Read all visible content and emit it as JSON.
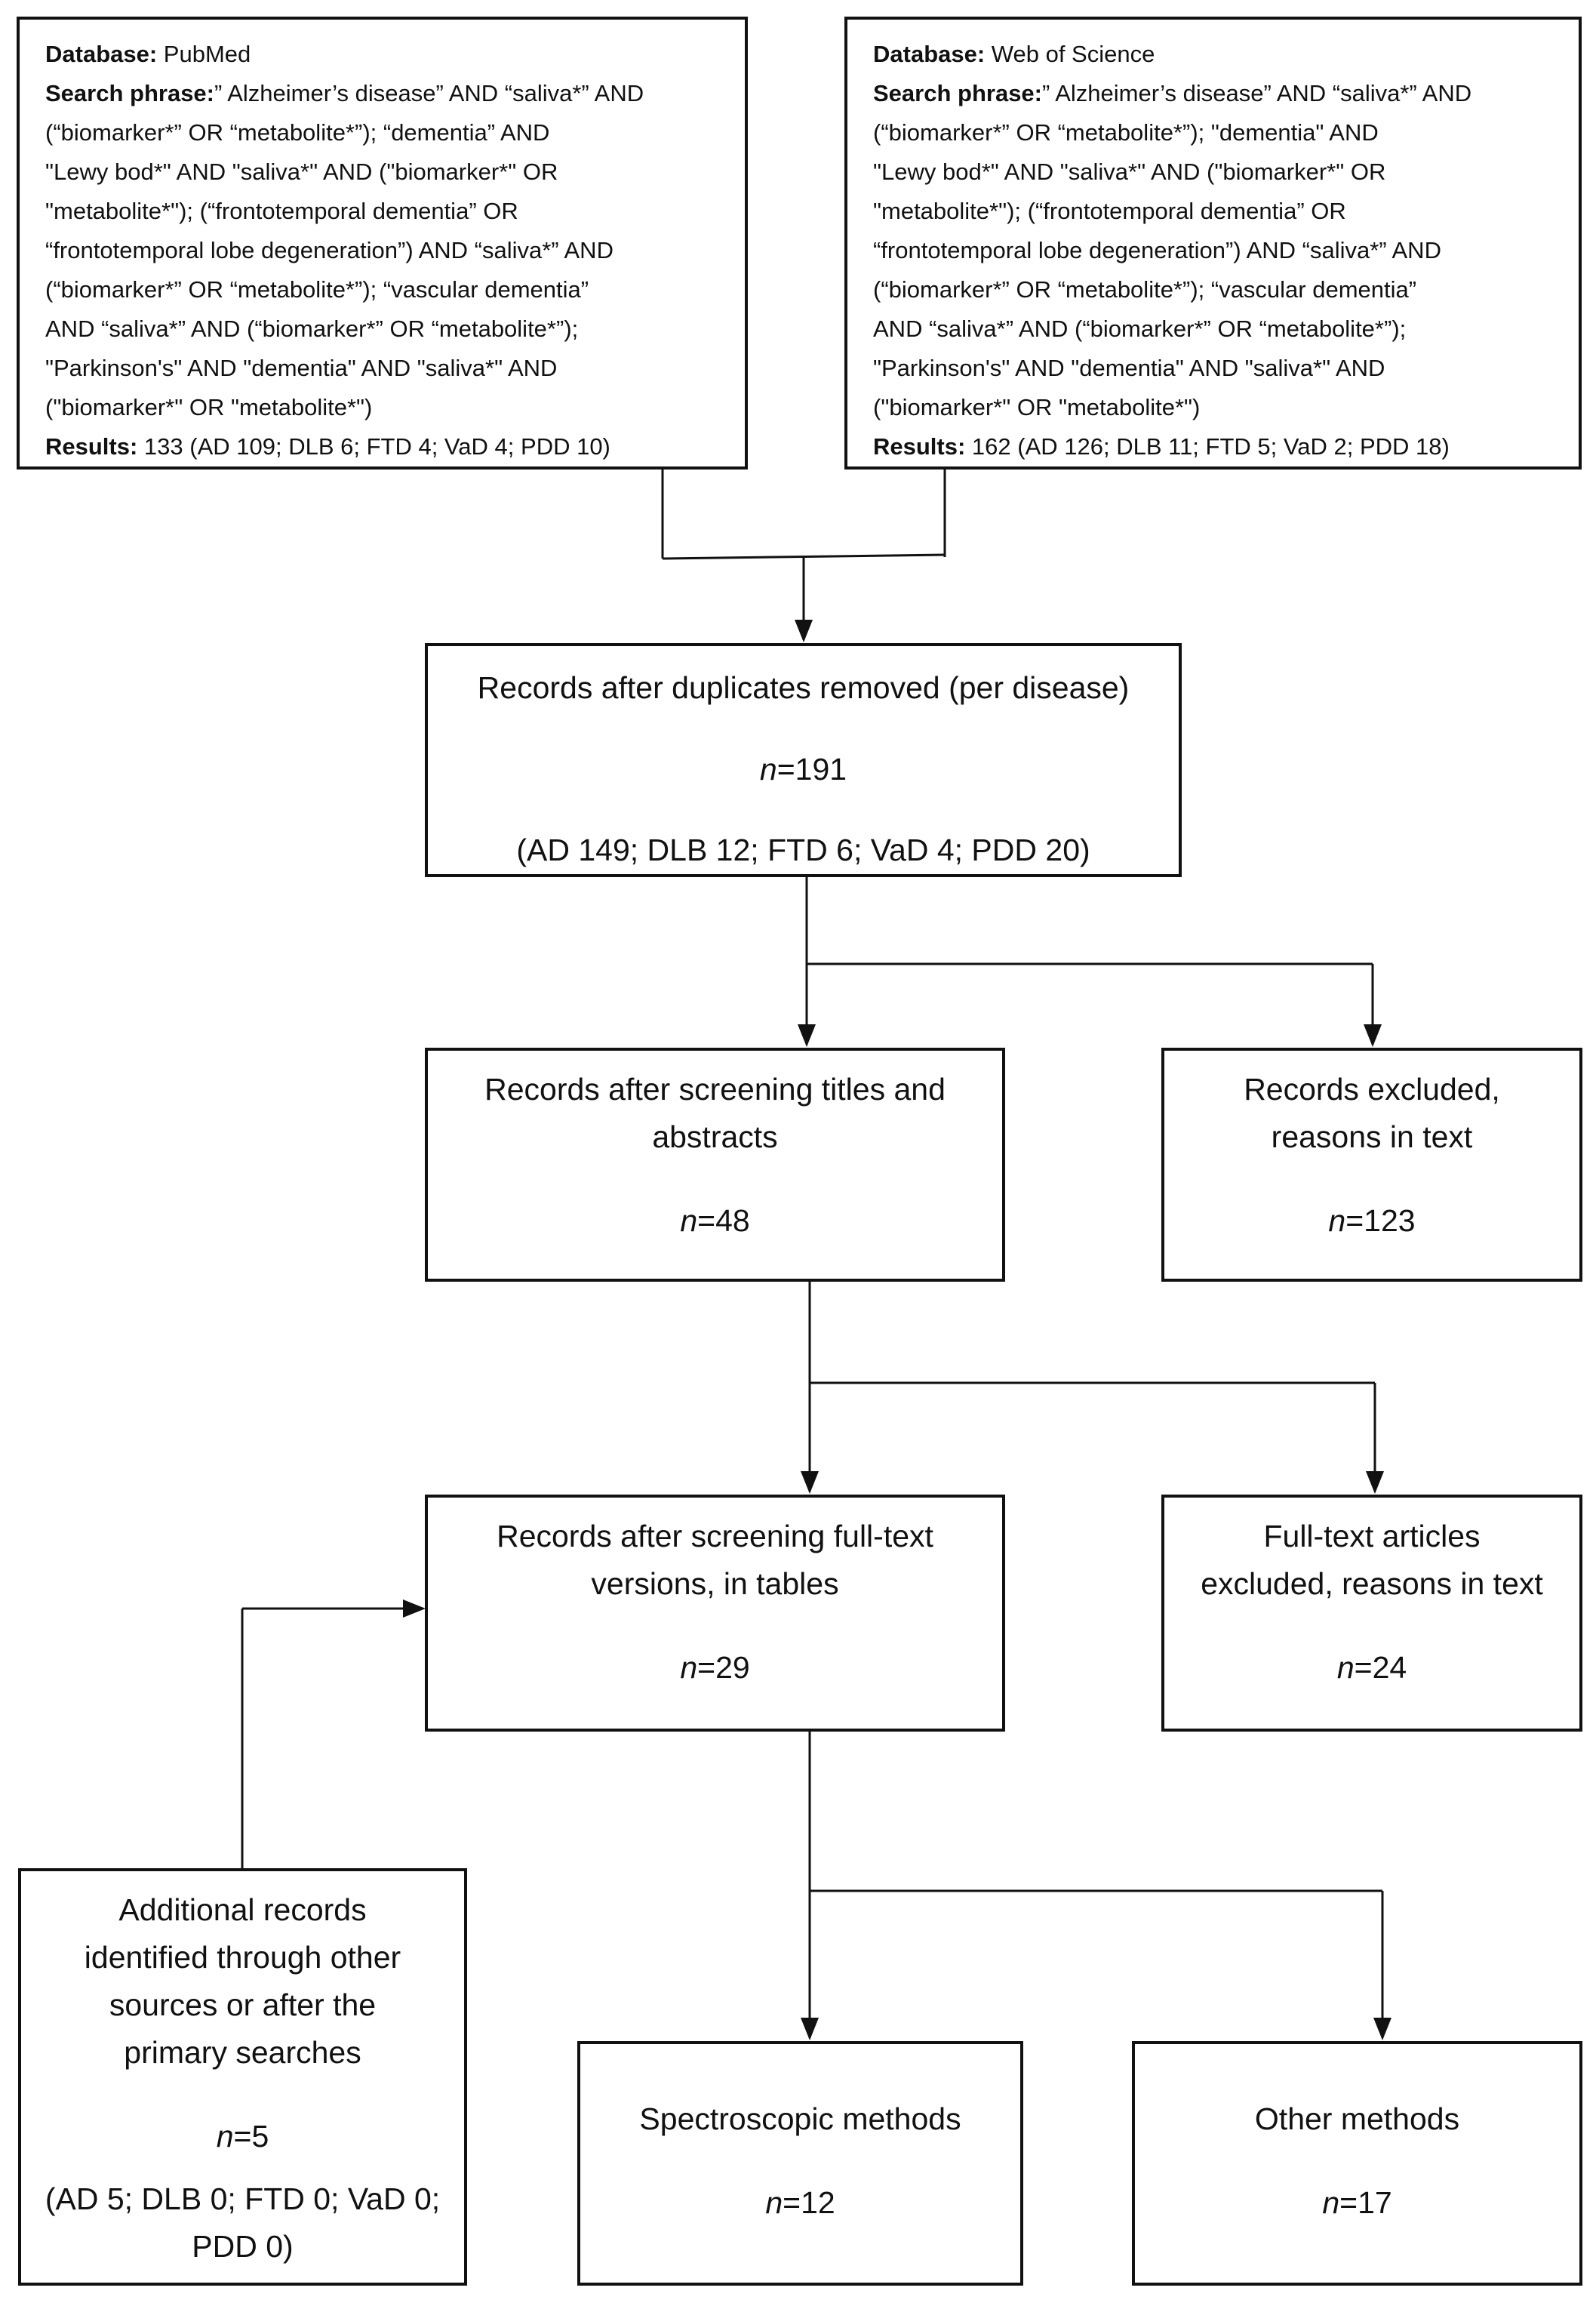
{
  "pubmed": {
    "database_label": "Database:",
    "database_value": " PubMed",
    "search_label": "Search phrase:",
    "search_lines": [
      "” Alzheimer’s disease” AND “saliva*” AND",
      "(“biomarker*” OR “metabolite*”); “dementia” AND",
      "\"Lewy bod*\" AND \"saliva*\" AND (\"biomarker*\" OR",
      "\"metabolite*\"); (“frontotemporal dementia” OR",
      "“frontotemporal lobe degeneration”) AND “saliva*” AND",
      "(“biomarker*” OR “metabolite*”); “vascular dementia”",
      "AND “saliva*” AND (“biomarker*” OR “metabolite*”);",
      "\"Parkinson's\" AND \"dementia\" AND \"saliva*\" AND",
      "(\"biomarker*\" OR \"metabolite*\")"
    ],
    "results_label": "Results:",
    "results_value": " 133 (AD 109; DLB 6; FTD 4; VaD 4; PDD 10)"
  },
  "wos": {
    "database_label": "Database:",
    "database_value": " Web of Science",
    "search_label": "Search phrase:",
    "search_lines": [
      "” Alzheimer’s disease” AND “saliva*” AND",
      "(“biomarker*” OR “metabolite*”); \"dementia\" AND",
      "\"Lewy bod*\" AND \"saliva*\" AND (\"biomarker*\" OR",
      "\"metabolite*\"); (“frontotemporal dementia” OR",
      "“frontotemporal lobe degeneration”) AND “saliva*” AND",
      "(“biomarker*” OR “metabolite*”); “vascular dementia”",
      "AND “saliva*” AND (“biomarker*” OR “metabolite*”);",
      "\"Parkinson's\" AND \"dementia\" AND \"saliva*\" AND",
      "(\"biomarker*\" OR \"metabolite*\")"
    ],
    "results_label": "Results:",
    "results_value": " 162 (AD 126; DLB 11; FTD 5; VaD 2; PDD 18)"
  },
  "dedup": {
    "title": "Records after duplicates removed (per disease)",
    "n_label": "n",
    "n_value": "=191",
    "breakdown": "(AD 149; DLB 12; FTD 6; VaD 4; PDD 20)"
  },
  "screening": {
    "line1": "Records after screening titles and",
    "line2": "abstracts",
    "n_label": "n",
    "n_value": "=48"
  },
  "excluded1": {
    "line1": "Records excluded,",
    "line2": "reasons in text",
    "n_label": "n",
    "n_value": "=123"
  },
  "fulltext": {
    "line1": "Records after screening full-text",
    "line2": "versions, in tables",
    "n_label": "n",
    "n_value": "=29"
  },
  "excluded2": {
    "line1": "Full-text articles",
    "line2": "excluded, reasons in text",
    "n_label": "n",
    "n_value": "=24"
  },
  "additional": {
    "lines": [
      "Additional records",
      "identified through other",
      "sources or after the",
      "primary searches"
    ],
    "n_label": "n",
    "n_value": "=5",
    "breakdown_lines": [
      "(AD 5; DLB 0; FTD 0; VaD 0;",
      "PDD 0)"
    ]
  },
  "spectro": {
    "title": "Spectroscopic methods",
    "n_label": "n",
    "n_value": "=12"
  },
  "other": {
    "title": "Other methods",
    "n_label": "n",
    "n_value": "=17"
  }
}
